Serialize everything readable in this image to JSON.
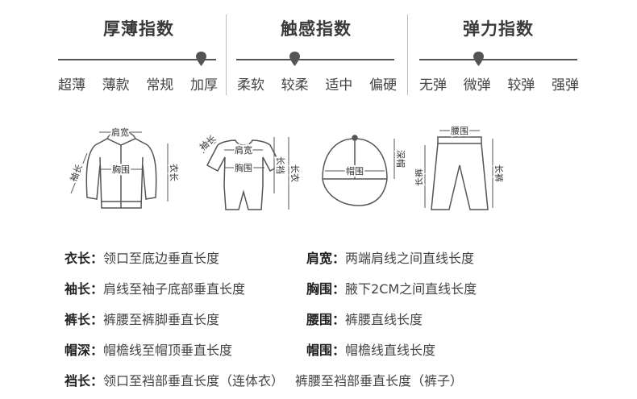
{
  "indices": [
    {
      "title": "厚薄指数",
      "options": [
        "超薄",
        "薄款",
        "常规",
        "加厚"
      ],
      "selected": "加厚"
    },
    {
      "title": "触感指数",
      "options": [
        "柔软",
        "较柔",
        "适中",
        "偏硬"
      ],
      "selected": "较柔"
    },
    {
      "title": "弹力指数",
      "options": [
        "无弹",
        "微弹",
        "较弹",
        "强弹"
      ],
      "selected": "微弹"
    }
  ],
  "figures": {
    "jacket": {
      "shoulder": "肩宽",
      "chest": "胸围",
      "sleeve": "袖长",
      "length": "衣长"
    },
    "romper": {
      "sleeve": "袖长",
      "shoulder": "肩宽",
      "chest": "胸围",
      "crotch": "长裆",
      "length": "长衣"
    },
    "hat": {
      "circumference": "帽围",
      "depth": "深帽"
    },
    "pants": {
      "waist": "腰围",
      "inseam": "长裤",
      "length": "长裤"
    }
  },
  "definitions": {
    "row1": [
      {
        "term": "衣长：",
        "desc": "领口至底边垂直长度"
      },
      {
        "term": "肩宽：",
        "desc": "两端肩线之间直线长度"
      }
    ],
    "row2": [
      {
        "term": "袖长：",
        "desc": "肩线至袖子底部垂直长度"
      },
      {
        "term": "胸围：",
        "desc": "腋下2CM之间直线长度"
      }
    ],
    "row3": [
      {
        "term": "裤长：",
        "desc": "裤腰至裤脚垂直长度"
      },
      {
        "term": "腰围：",
        "desc": "裤腰直线长度"
      }
    ],
    "row4": [
      {
        "term": "帽深：",
        "desc": "帽檐线至帽顶垂直长度"
      },
      {
        "term": "帽围：",
        "desc": "帽檐线直线长度"
      }
    ],
    "row5": {
      "term": "裆长：",
      "desc1": "领口至裆部垂直长度（连体衣）",
      "desc2": "裤腰至裆部垂直长度（裤子）"
    }
  }
}
